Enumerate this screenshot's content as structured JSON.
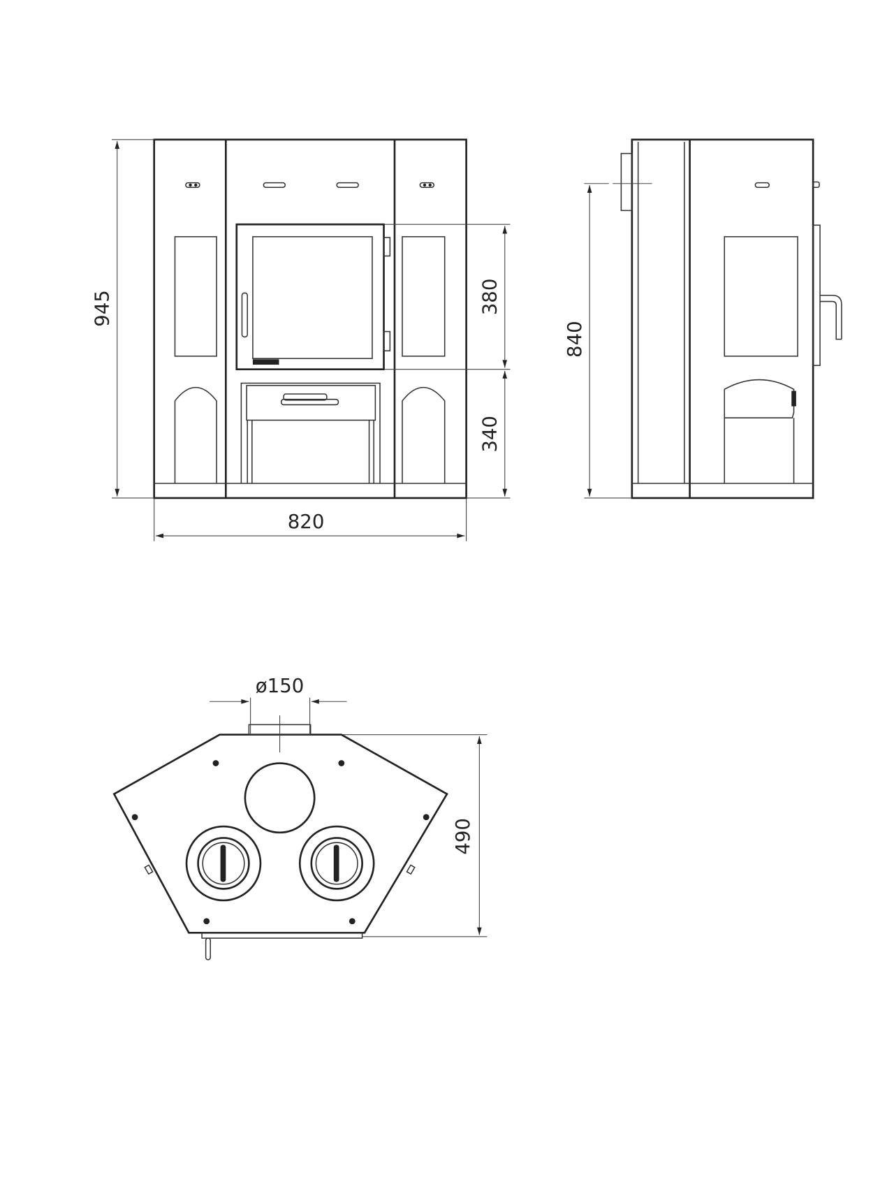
{
  "drawing": {
    "front_view": {
      "dimensions": {
        "height": "945",
        "width": "820",
        "door_height": "380",
        "ash_height": "340"
      }
    },
    "side_view": {
      "dimensions": {
        "flue_height": "840"
      }
    },
    "top_view": {
      "dimensions": {
        "flue_diameter": "ø150",
        "depth": "490"
      }
    },
    "colors": {
      "line": "#222222",
      "background": "#ffffff"
    }
  }
}
